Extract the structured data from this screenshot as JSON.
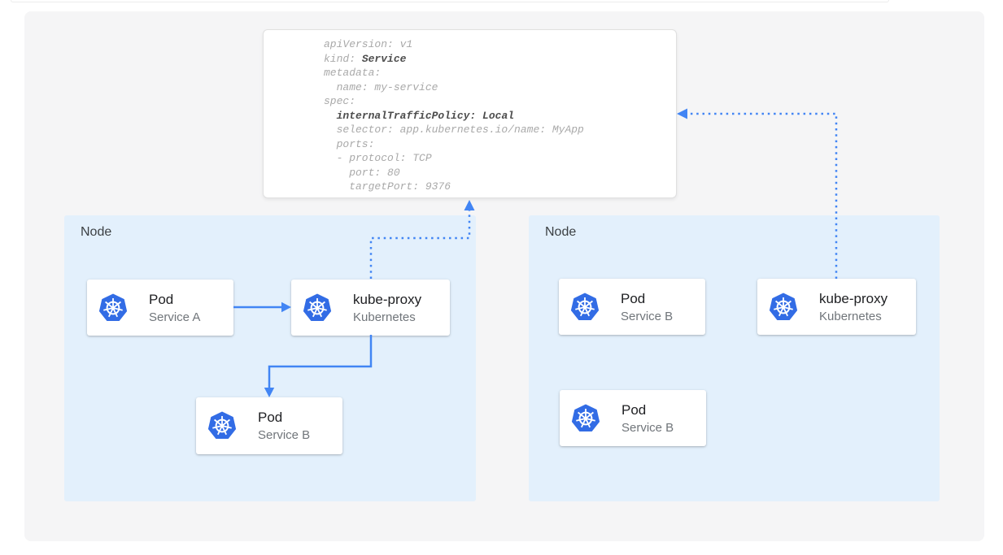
{
  "colors": {
    "canvas_bg": "#f5f5f6",
    "node_bg": "#e3f0fc",
    "card_bg": "#ffffff",
    "card_border": "#e0e0e0",
    "arrow_blue": "#4285f4",
    "k8s_blue": "#326ce5",
    "yaml_text": "#a9a9a9",
    "yaml_bold": "#4d4d4d",
    "title_text": "#202124",
    "subtitle_text": "#70757a",
    "node_label": "#3c4043"
  },
  "yaml_card": {
    "lines": [
      {
        "segments": [
          {
            "text": "apiVersion: v1",
            "bold": false
          }
        ]
      },
      {
        "segments": [
          {
            "text": "kind: ",
            "bold": false
          },
          {
            "text": "Service",
            "bold": true
          }
        ]
      },
      {
        "segments": [
          {
            "text": "metadata:",
            "bold": false
          }
        ]
      },
      {
        "segments": [
          {
            "text": "  name: my-service",
            "bold": false
          }
        ]
      },
      {
        "segments": [
          {
            "text": "spec:",
            "bold": false
          }
        ]
      },
      {
        "segments": [
          {
            "text": "  ",
            "bold": false
          },
          {
            "text": "internalTrafficPolicy: Local",
            "bold": true
          }
        ]
      },
      {
        "segments": [
          {
            "text": "  selector: app.kubernetes.io/name: MyApp",
            "bold": false
          }
        ]
      },
      {
        "segments": [
          {
            "text": "  ports:",
            "bold": false
          }
        ]
      },
      {
        "segments": [
          {
            "text": "  - protocol: TCP",
            "bold": false
          }
        ]
      },
      {
        "segments": [
          {
            "text": "    port: 80",
            "bold": false
          }
        ]
      },
      {
        "segments": [
          {
            "text": "    targetPort: 9376",
            "bold": false
          }
        ]
      }
    ]
  },
  "nodes": [
    {
      "label": "Node",
      "cards": [
        {
          "title": "Pod",
          "subtitle": "Service A",
          "icon": "kubernetes-icon"
        },
        {
          "title": "kube-proxy",
          "subtitle": "Kubernetes",
          "icon": "kubernetes-icon"
        },
        {
          "title": "Pod",
          "subtitle": "Service B",
          "icon": "kubernetes-icon"
        }
      ]
    },
    {
      "label": "Node",
      "cards": [
        {
          "title": "Pod",
          "subtitle": "Service B",
          "icon": "kubernetes-icon"
        },
        {
          "title": "kube-proxy",
          "subtitle": "Kubernetes",
          "icon": "kubernetes-icon"
        },
        {
          "title": "Pod",
          "subtitle": "Service B",
          "icon": "kubernetes-icon"
        }
      ]
    }
  ]
}
